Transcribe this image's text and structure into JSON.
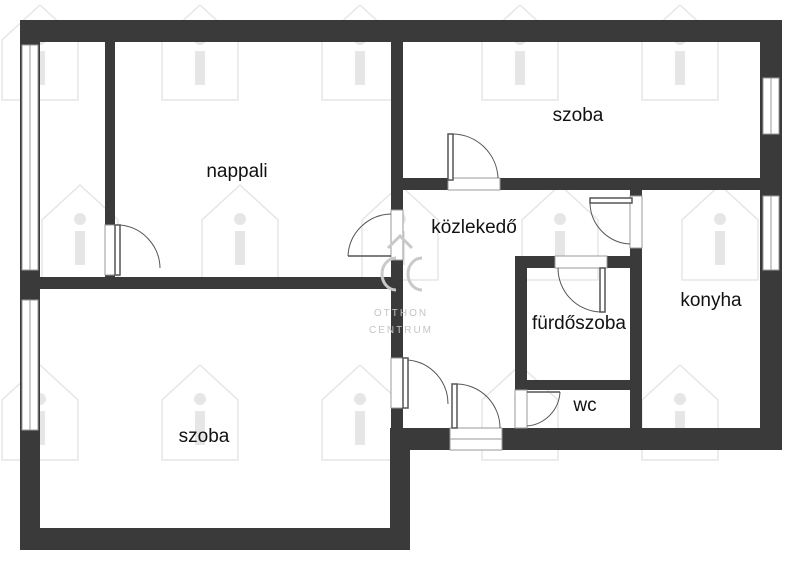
{
  "rooms": {
    "living_room": "nappali",
    "bedroom_top": "szoba",
    "hallway": "közlekedő",
    "bathroom": "fürdőszoba",
    "kitchen": "konyha",
    "toilet": "wc",
    "bedroom_bottom": "szoba"
  },
  "watermark": {
    "brand_line1": "OTTHON",
    "brand_line2": "CENTRUM",
    "icon": "house-info-icon"
  },
  "colors": {
    "wall": "#3a3a3a",
    "background": "#ffffff",
    "watermark": "#e6e6e6"
  }
}
